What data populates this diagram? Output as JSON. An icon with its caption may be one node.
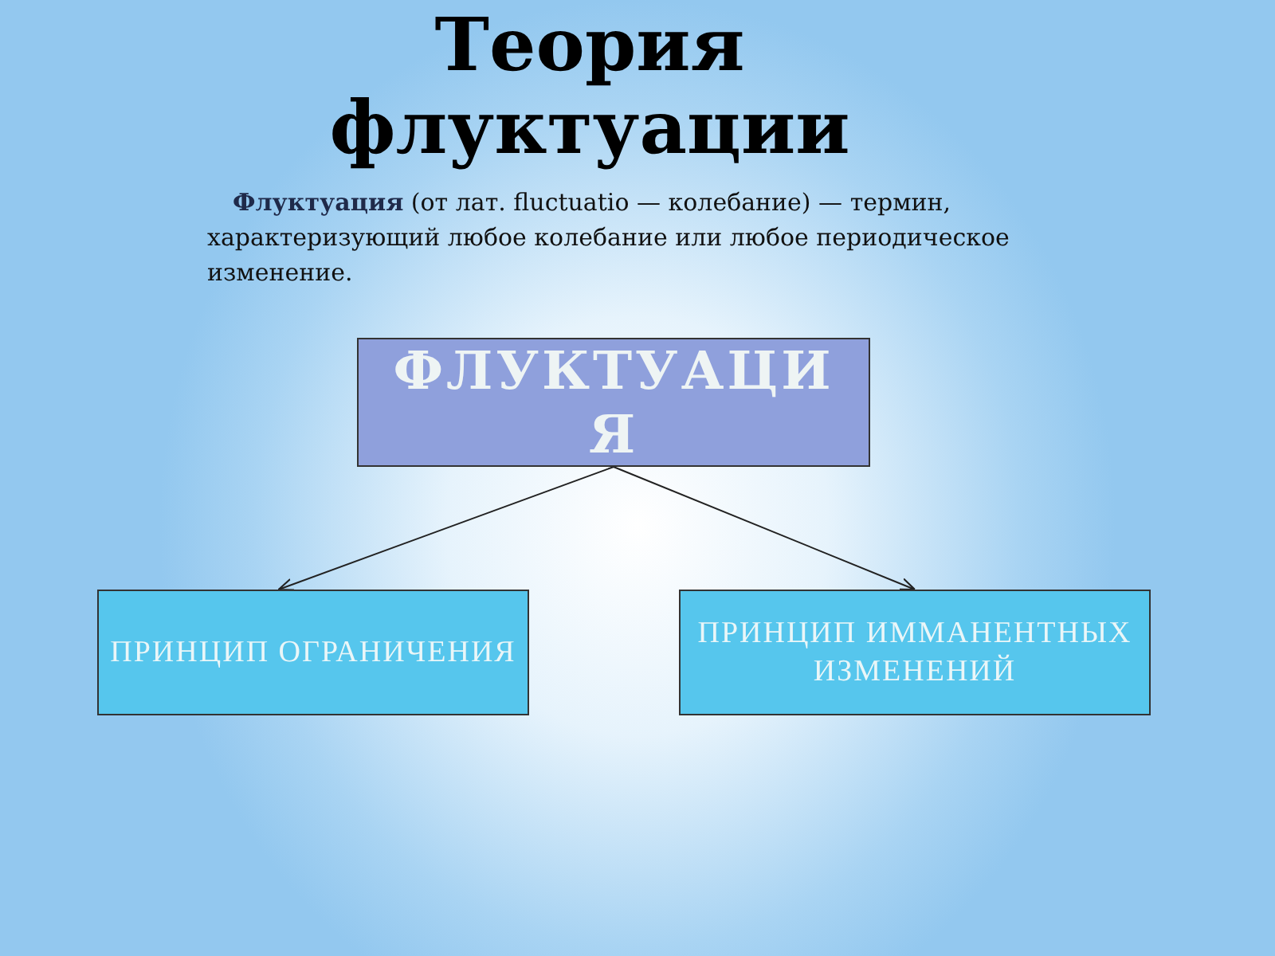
{
  "diagram": {
    "title": "Теория флуктуации",
    "nodes": [
      {
        "text": [
          "ФЛУКТУАЦИЯ"
        ]
      },
      {
        "text": [
          "ПРИНЦИП ОГРАНИЧЕНИЯ"
        ]
      },
      {
        "text": [
          "ПРИНЦИП ИММАНЕНТНЫХ ИЗМЕНЕНИЙ"
        ]
      }
    ],
    "edges": [
      {
        "from": 0,
        "to": 1,
        "arrow": "to"
      },
      {
        "from": 0,
        "to": 2,
        "arrow": "to"
      }
    ],
    "labels": [
      "**Флуктуация** (от лат. fluctuatio — колебание) — термин, характеризующий любое колебание или любое периодическое изменение."
    ]
  }
}
